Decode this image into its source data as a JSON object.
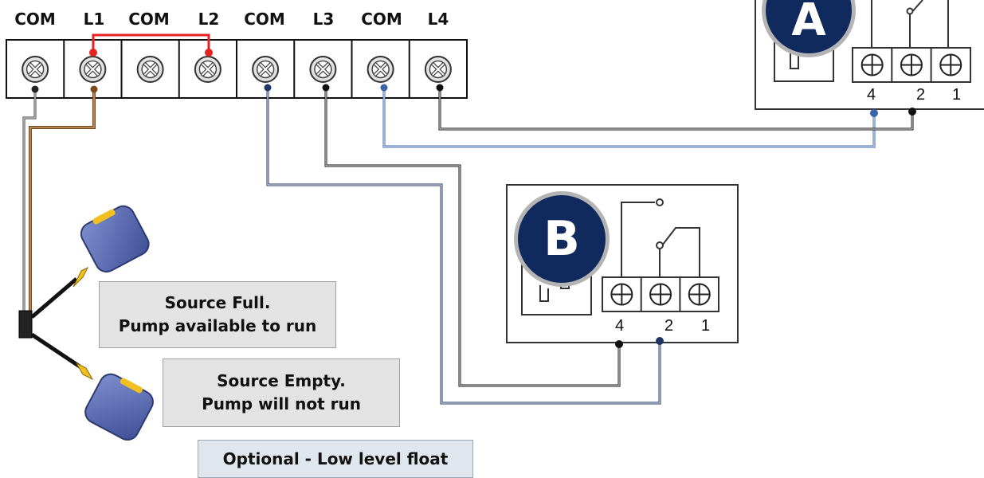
{
  "terminal_strip": {
    "labels": [
      "COM",
      "L1",
      "COM",
      "L2",
      "COM",
      "L3",
      "COM",
      "L4"
    ]
  },
  "device_a": {
    "badge": "A",
    "pins": [
      "4",
      "2",
      "1"
    ]
  },
  "device_b": {
    "badge": "B",
    "pins": [
      "4",
      "2",
      "1"
    ]
  },
  "notes": {
    "source_full_line1": "Source Full.",
    "source_full_line2": "Pump available to run",
    "source_empty_line1": "Source Empty.",
    "source_empty_line2": "Pump will not run",
    "optional": "Optional - Low level float"
  },
  "colors": {
    "jumper": "#e32222",
    "black_wire": "#111111",
    "brown_wire": "#7a4a1e",
    "blue_wire": "#3b63a8",
    "navy_wire": "#1f3566",
    "float_body": "#5f72b5",
    "float_cap": "#f0c020",
    "badge_fill": "#102a5e"
  }
}
